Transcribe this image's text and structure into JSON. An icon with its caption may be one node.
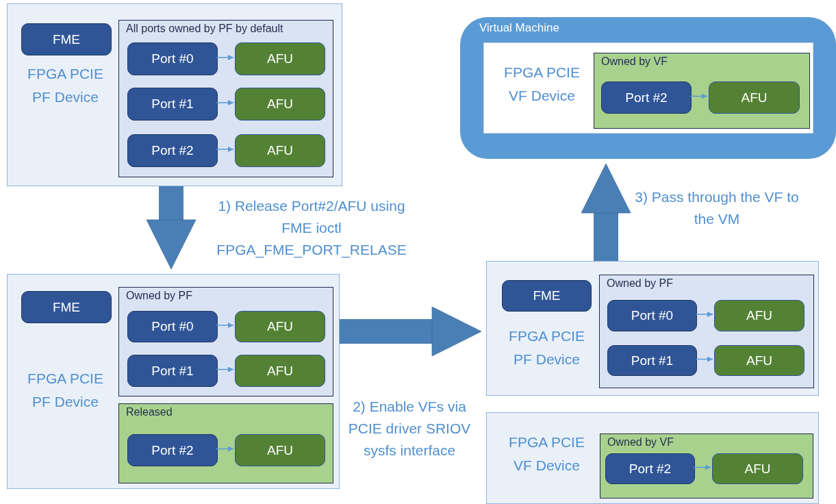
{
  "diagram": {
    "nodes": [
      {
        "text": [
          "FPGA PCIE PF Device"
        ]
      },
      {
        "text": [
          "FME"
        ],
        "in": 0
      },
      {
        "text": [
          "All ports owned by PF by default"
        ],
        "in": 0
      },
      {
        "text": [
          "Port #0"
        ],
        "in": 2
      },
      {
        "text": [
          "AFU"
        ],
        "in": 2
      },
      {
        "text": [
          "Port #1"
        ],
        "in": 2
      },
      {
        "text": [
          "AFU"
        ],
        "in": 2
      },
      {
        "text": [
          "Port #2"
        ],
        "in": 2
      },
      {
        "text": [
          "AFU"
        ],
        "in": 2
      },
      {
        "text": [
          "FPGA PCIE PF Device"
        ]
      },
      {
        "text": [
          "FME"
        ],
        "in": 9
      },
      {
        "text": [
          "Owned by PF"
        ],
        "in": 9
      },
      {
        "text": [
          "Port #0"
        ],
        "in": 11
      },
      {
        "text": [
          "AFU"
        ],
        "in": 11
      },
      {
        "text": [
          "Port #1"
        ],
        "in": 11
      },
      {
        "text": [
          "AFU"
        ],
        "in": 11
      },
      {
        "text": [
          "Released"
        ],
        "in": 9
      },
      {
        "text": [
          "Port #2"
        ],
        "in": 16
      },
      {
        "text": [
          "AFU"
        ],
        "in": 16
      },
      {
        "text": [
          "FPGA PCIE PF Device"
        ]
      },
      {
        "text": [
          "FME"
        ],
        "in": 19
      },
      {
        "text": [
          "Owned by PF"
        ],
        "in": 19
      },
      {
        "text": [
          "Port #0"
        ],
        "in": 21
      },
      {
        "text": [
          "AFU"
        ],
        "in": 21
      },
      {
        "text": [
          "Port #1"
        ],
        "in": 21
      },
      {
        "text": [
          "AFU"
        ],
        "in": 21
      },
      {
        "text": [
          "FPGA PCIE VF Device"
        ]
      },
      {
        "text": [
          "Owned by VF"
        ],
        "in": 26
      },
      {
        "text": [
          "Port #2"
        ],
        "in": 27
      },
      {
        "text": [
          "AFU"
        ],
        "in": 27
      },
      {
        "text": [
          "Virtual Machine"
        ]
      },
      {
        "text": [
          "FPGA PCIE VF Device"
        ],
        "in": 30
      },
      {
        "text": [
          "Owned by VF"
        ],
        "in": 31
      },
      {
        "text": [
          "Port #2"
        ],
        "in": 32
      },
      {
        "text": [
          "AFU"
        ],
        "in": 32
      }
    ],
    "edges": [
      {
        "from": 3,
        "to": 4,
        "arrow": "to"
      },
      {
        "from": 5,
        "to": 6,
        "arrow": "to"
      },
      {
        "from": 7,
        "to": 8,
        "arrow": "to"
      },
      {
        "from": 12,
        "to": 13,
        "arrow": "to"
      },
      {
        "from": 14,
        "to": 15,
        "arrow": "to"
      },
      {
        "from": 17,
        "to": 18,
        "arrow": "to"
      },
      {
        "from": 22,
        "to": 23,
        "arrow": "to"
      },
      {
        "from": 24,
        "to": 25,
        "arrow": "to"
      },
      {
        "from": 28,
        "to": 29,
        "arrow": "to"
      },
      {
        "from": 33,
        "to": 34,
        "arrow": "to"
      },
      {
        "from": 0,
        "to": 9,
        "arrow": "to",
        "style": "thick",
        "label": "1) Release Port#2/AFU using FME ioctl FPGA_FME_PORT_RELASE"
      },
      {
        "from": 9,
        "to": 19,
        "arrow": "to",
        "style": "thick",
        "label": "2) Enable VFs via PCIE driver SRIOV sysfs interface"
      },
      {
        "from": 19,
        "to": 30,
        "arrow": "to",
        "style": "thick",
        "label": "3) Pass through the VF to the VM"
      }
    ]
  }
}
